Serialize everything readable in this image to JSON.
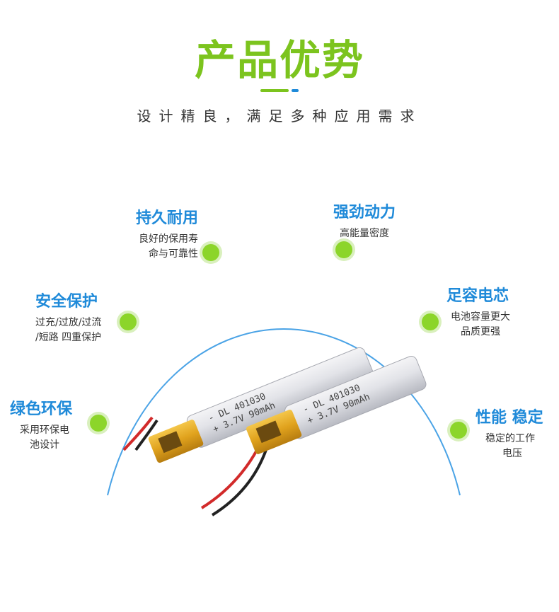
{
  "header": {
    "title": "产品优势",
    "subtitle": "设计精良，满足多种应用需求"
  },
  "features": [
    {
      "title": "持久耐用",
      "desc_line1": "良好的保用寿",
      "desc_line2": "命与可靠性"
    },
    {
      "title": "强劲动力",
      "desc_line1": "高能量密度"
    },
    {
      "title": "安全保护",
      "desc_line1": "过充/过放/过流",
      "desc_line2": "/短路 四重保护"
    },
    {
      "title": "足容电芯",
      "desc_line1": "电池容量更大",
      "desc_line2": "品质更强"
    },
    {
      "title": "绿色环保",
      "desc_line1": "采用环保电",
      "desc_line2": "池设计"
    },
    {
      "title": "性能 稳定",
      "desc_line1": "稳定的工作",
      "desc_line2": "电压"
    }
  ],
  "battery": {
    "label_line1": "- DL 401030",
    "label_line2": "+ 3.7V 90mAh"
  },
  "colors": {
    "accent_green": "#7cc41e",
    "accent_blue": "#1f8ad9",
    "dot_green": "#8cd52a",
    "arc_blue": "#4aa3e6"
  }
}
